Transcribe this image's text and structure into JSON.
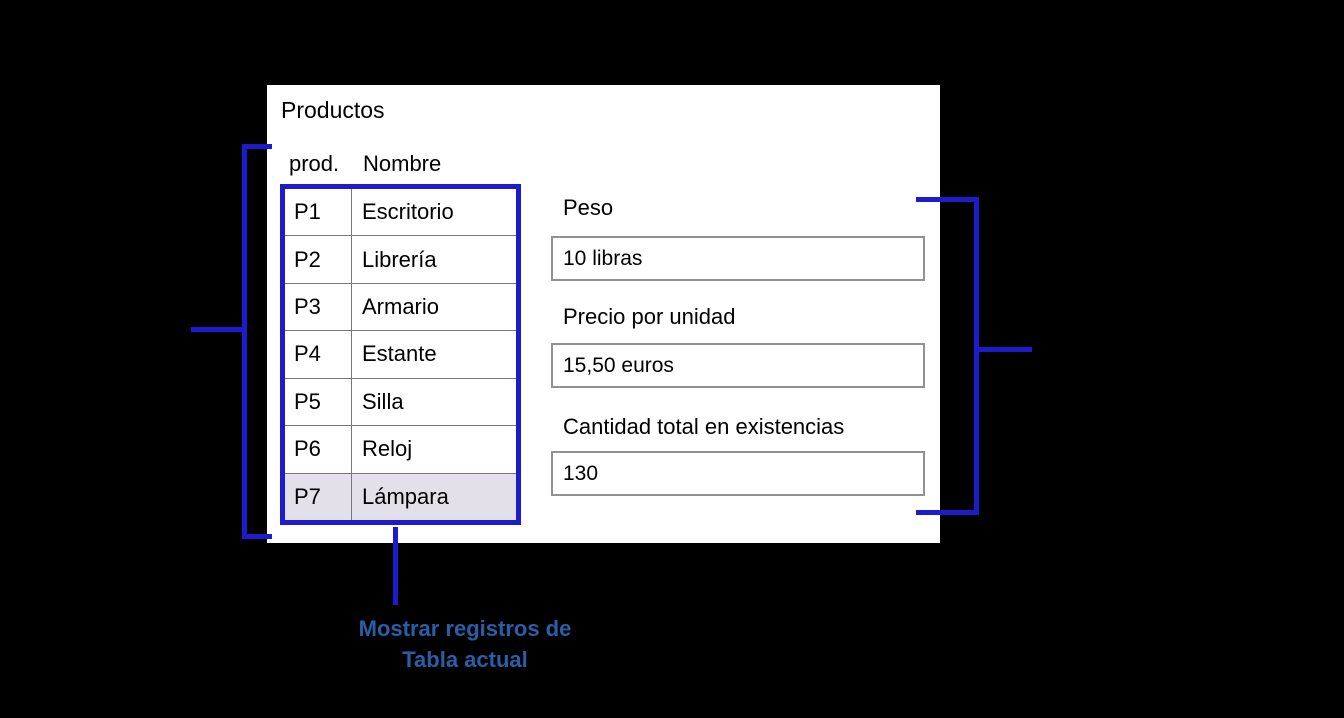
{
  "colors": {
    "background": "#000000",
    "panel_bg": "#ffffff",
    "accent_blue": "#1c1ccd",
    "callout_text_blue": "#2a5fa8",
    "selected_row_bg": "#e3e0e9",
    "input_border": "#919191",
    "grid_line": "#777777"
  },
  "form": {
    "title": "Productos",
    "table": {
      "columns": [
        "prod.",
        "Nombre"
      ],
      "rows": [
        {
          "id": "P1",
          "nombre": "Escritorio"
        },
        {
          "id": "P2",
          "nombre": "Librería"
        },
        {
          "id": "P3",
          "nombre": "Armario"
        },
        {
          "id": "P4",
          "nombre": "Estante"
        },
        {
          "id": "P5",
          "nombre": "Silla"
        },
        {
          "id": "P6",
          "nombre": "Reloj"
        },
        {
          "id": "P7",
          "nombre": "Lámpara",
          "selected": true
        }
      ]
    },
    "fields": [
      {
        "label": "Peso",
        "value": "10 libras"
      },
      {
        "label": "Precio por unidad",
        "value": "15,50 euros"
      },
      {
        "label": "Cantidad total en existencias",
        "value": "130"
      }
    ]
  },
  "annotations": {
    "callout_line1": "Mostrar registros de",
    "callout_line2": "Tabla actual"
  }
}
